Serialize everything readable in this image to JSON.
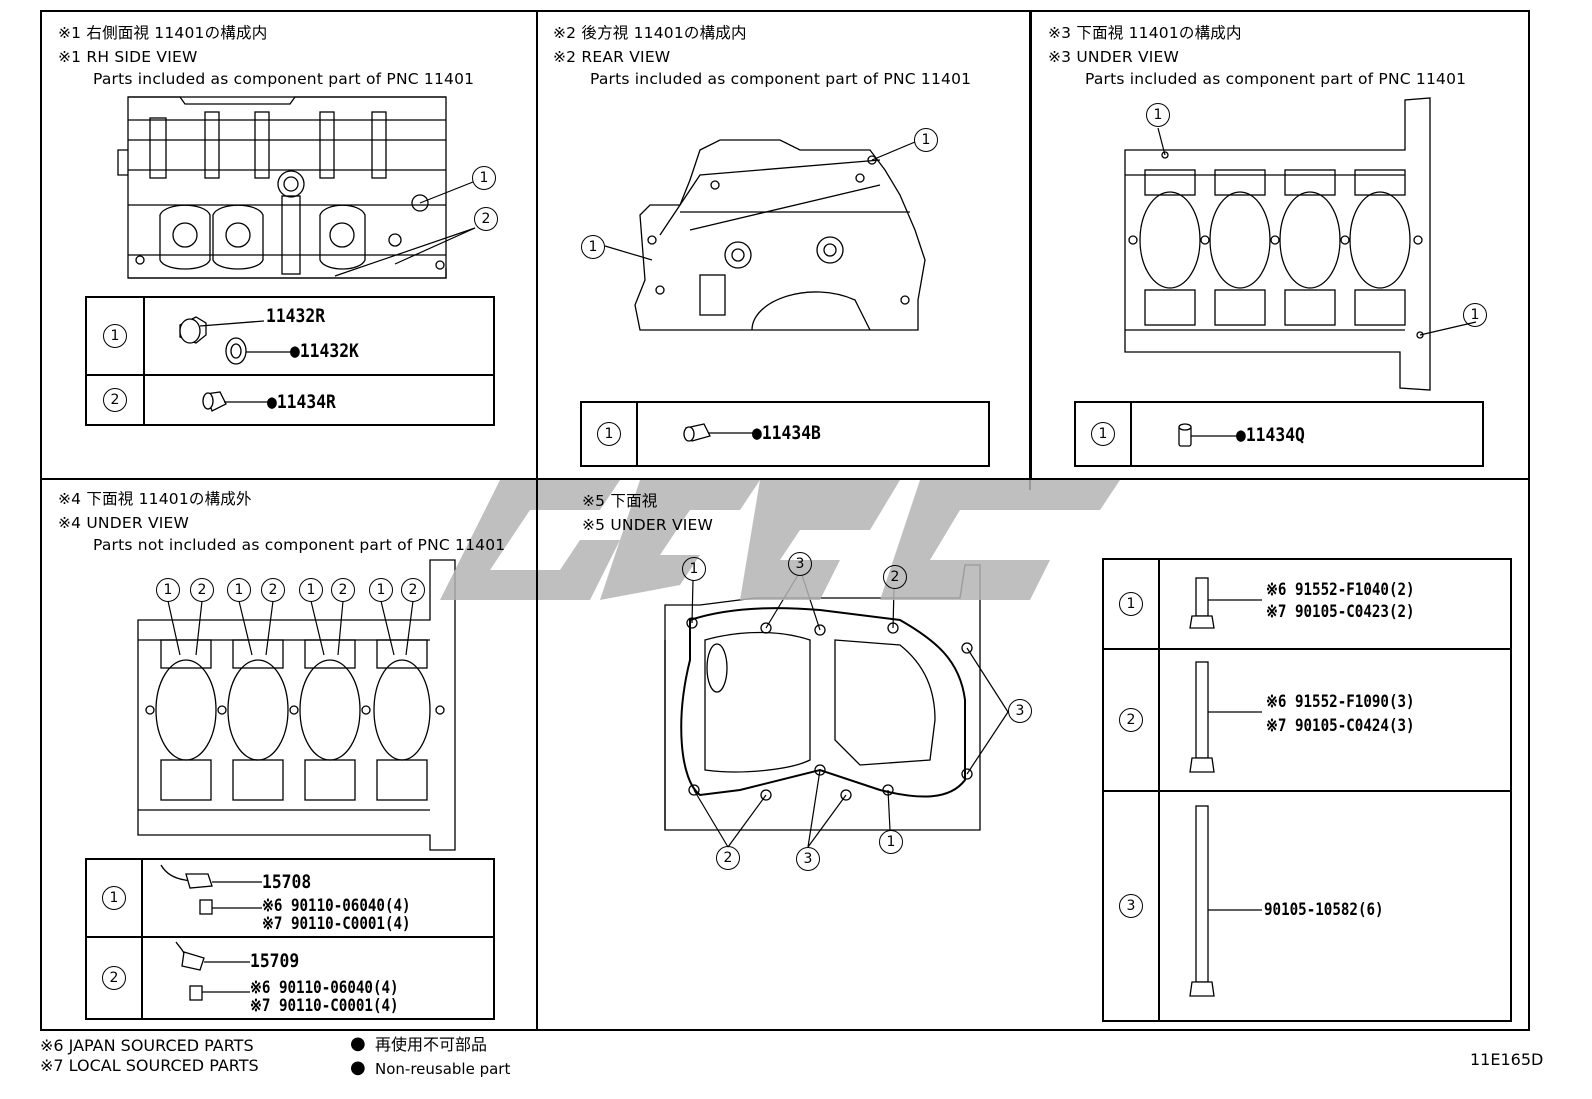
{
  "panel1": {
    "title_jp": "※1 右側面視 11401の構成内",
    "title_en": "※1 RH SIDE VIEW",
    "subtitle": "Parts included as component part of PNC 11401",
    "callouts": [
      "1",
      "2"
    ],
    "rows": [
      {
        "ref": "1",
        "parts": [
          "11432R",
          "●11432K"
        ]
      },
      {
        "ref": "2",
        "parts": [
          "●11434R"
        ]
      }
    ]
  },
  "panel2": {
    "title_jp": "※2 後方視 11401の構成内",
    "title_en": "※2 REAR VIEW",
    "subtitle": "Parts included as component part of PNC 11401",
    "callouts": [
      "1",
      "1"
    ],
    "rows": [
      {
        "ref": "1",
        "parts": [
          "●11434B"
        ]
      }
    ]
  },
  "panel3": {
    "title_jp": "※3 下面視 11401の構成内",
    "title_en": "※3 UNDER VIEW",
    "subtitle": "Parts included as component part of PNC 11401",
    "callouts": [
      "1",
      "1"
    ],
    "rows": [
      {
        "ref": "1",
        "parts": [
          "●11434Q"
        ]
      }
    ]
  },
  "panel4": {
    "title_jp": "※4 下面視 11401の構成外",
    "title_en": "※4 UNDER VIEW",
    "subtitle": "Parts not included as component part of PNC 11401",
    "callouts": [
      "1",
      "2",
      "1",
      "2",
      "1",
      "2",
      "1",
      "2"
    ],
    "rows": [
      {
        "ref": "1",
        "parts": [
          "15708",
          "※6 90110-06040(4)",
          "※7 90110-C0001(4)"
        ]
      },
      {
        "ref": "2",
        "parts": [
          "15709",
          "※6 90110-06040(4)",
          "※7 90110-C0001(4)"
        ]
      }
    ]
  },
  "panel5": {
    "title_jp": "※5 下面視",
    "title_en": "※5 UNDER VIEW",
    "callouts": [
      "1",
      "3",
      "2",
      "3",
      "2",
      "3",
      "1"
    ],
    "rows": [
      {
        "ref": "1",
        "parts": [
          "※6  91552-F1040(2)",
          "※7  90105-C0423(2)"
        ]
      },
      {
        "ref": "2",
        "parts": [
          "※6  91552-F1090(3)",
          "※7  90105-C0424(3)"
        ]
      },
      {
        "ref": "3",
        "parts": [
          "90105-10582(6)"
        ]
      }
    ]
  },
  "footer": {
    "note6": "※6 JAPAN SOURCED PARTS",
    "note7": "※7 LOCAL SOURCED PARTS",
    "legend_jp": "再使用不可部品",
    "legend_en": "Non-reusable part",
    "bullet": "●",
    "code": "11E165D"
  },
  "watermark_color": "#b4b4b4"
}
